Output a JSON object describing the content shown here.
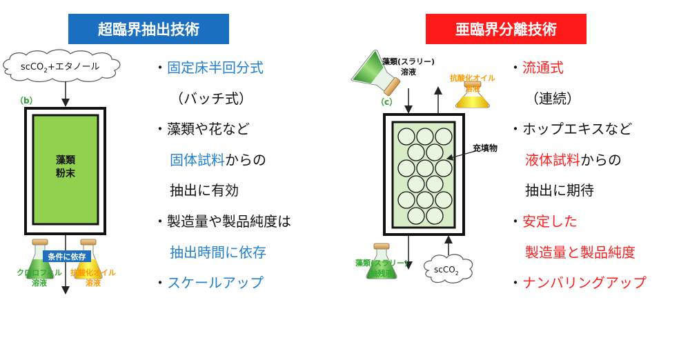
{
  "colors": {
    "left_header_bg": "#1a6fc1",
    "right_header_bg": "#ff1a1a",
    "highlight_blue": "#1f7fd0",
    "highlight_red": "#ff1f1f",
    "powder_green": "#92d050",
    "packed_bg": "#d8ecc8"
  },
  "left": {
    "header": "超臨界抽出技術",
    "diagram": {
      "inlet": {
        "prefix": "scCO",
        "sub": "2",
        "suffix": "+エタノール"
      },
      "panel_label": "（b）",
      "vessel_label_line1": "藻類",
      "vessel_label_line2": "粉末",
      "condition": "条件に依存",
      "flask1_line1": "クロロフィル",
      "flask1_line2": "溶液",
      "flask2_line1": "抗酸化オイル",
      "flask2_line2": "溶液"
    },
    "bullets": {
      "b1": {
        "bullet": "・",
        "text": "固定床半回分式"
      },
      "b1_sub": "（バッチ式）",
      "b2": {
        "bullet": "・",
        "text": "藻類や花など"
      },
      "b2_cont": {
        "hl": "固体試料",
        "rest": "からの"
      },
      "b2_cont2": "抽出に有効",
      "b3": {
        "bullet": "・",
        "text": "製造量や製品純度は"
      },
      "b3_cont": "抽出時間に依存",
      "b4": {
        "bullet": "・",
        "text": "スケールアップ"
      }
    }
  },
  "right": {
    "header": "亜臨界分離技術",
    "diagram": {
      "feed_line1": "藻類(スラリー)",
      "feed_line2": "溶液",
      "panel_label": "（c）",
      "oil_line1": "抗酸化オイル",
      "oil_line2": "溶液",
      "packing_label": "充填物",
      "residue_line1": "藻類(スラリー)",
      "residue_line2": "抽残液",
      "gas": {
        "prefix": "scCO",
        "sub": "2"
      }
    },
    "bullets": {
      "b1": {
        "bullet": "・",
        "text": "流通式"
      },
      "b1_sub": "（連続）",
      "b2": {
        "bullet": "・",
        "text": "ホップエキスなど"
      },
      "b2_cont": {
        "hl": "液体試料",
        "rest": "からの"
      },
      "b2_cont2": "抽出に期待",
      "b3": {
        "bullet": "・",
        "text": "安定した"
      },
      "b3_cont": "製造量と製品純度",
      "b4": {
        "bullet": "・",
        "text": "ナンバリングアップ"
      }
    }
  }
}
